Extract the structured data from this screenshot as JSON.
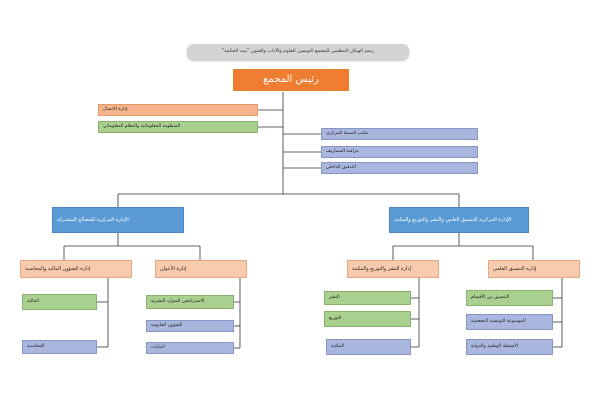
{
  "title": "رسم الهيكل التنظيمي للمجمع التونسي للعلوم والآداب والفنون \"بيت الحكمة\"",
  "head": "رئيس المجمع",
  "left_staff": [
    "إدارة الاتصال",
    "المنظومة المعلوماتية والنظام المعلوماتي"
  ],
  "right_staff": [
    "مكتب الضبط المركزي",
    "مراقبة المصاريف",
    "التدقيق الداخلي"
  ],
  "departments": {
    "shared": {
      "label": "الإدارة المركزية للمصالح المشتركة",
      "subs": [
        {
          "label": "إدارة الشؤون المالية والمحاسبة",
          "items": [
            "المالية",
            "المحاسبة"
          ]
        },
        {
          "label": "إدارة الأعوان",
          "items": [
            "الاستراتيجي للموارد البشرية",
            "الشؤون القانونية",
            "البنايات"
          ]
        }
      ]
    },
    "coordination": {
      "label": "الإدارة المركزية للتنسيق العلمي والنشر والتوزيع والمكتبة",
      "subs": [
        {
          "label": "إدارة النشر والتوزيع والمكتبة",
          "items": [
            "النشر",
            "التوزيع",
            "المكتبة"
          ]
        },
        {
          "label": "إدارة التنسيق العلمي",
          "items": [
            "التنسيق بين الأقسام",
            "الموسوعة التونسية المعجمية",
            "الأنشطة الوطنية والدولية"
          ]
        }
      ]
    }
  }
}
